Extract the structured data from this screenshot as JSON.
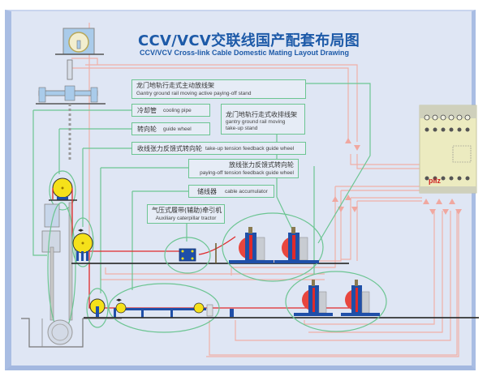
{
  "title": {
    "cn": "CCV/VCV交联线国产配套布局图",
    "en": "CCV/VCV Cross-link Cable Domestic Mating Layout Drawing"
  },
  "labels": {
    "payoff_stand": {
      "cn": "龙门地轨行走式主动放线架",
      "en": "Gantry ground rail moving active paying-off stand"
    },
    "cooling_pipe": {
      "cn": "冷却管",
      "en": "cooling pipe"
    },
    "guide_wheel": {
      "cn": "转向轮",
      "en": "guide wheel"
    },
    "takeup_stand": {
      "cn": "龙门地轨行走式收排线架",
      "en1": "gantry ground rail moving",
      "en2": "take-up stand"
    },
    "takeup_tension": {
      "cn": "收线张力反馈式转向轮",
      "en": "take-up tension feedback guide wheel"
    },
    "payoff_tension": {
      "cn": "放线张力反馈式转向轮",
      "en": "paying-off tension feedback guide wheel"
    },
    "accumulator": {
      "cn": "储线器",
      "en": "cable accumulator"
    },
    "caterpillar": {
      "cn": "气压式履带(辅助)牵引机",
      "en": "Auxiliary caterpillar tractor"
    }
  },
  "controller": {
    "brand": "pilz"
  },
  "colors": {
    "title": "#1d5aa8",
    "callout_line": "#6cc592",
    "signal_line": "#f0a8a0",
    "cable": "#e02a2a",
    "wheel": "#f5e11a",
    "machine_blue": "#1f4fa8",
    "background": "#dfe6f4",
    "border": "#a9bde3"
  }
}
